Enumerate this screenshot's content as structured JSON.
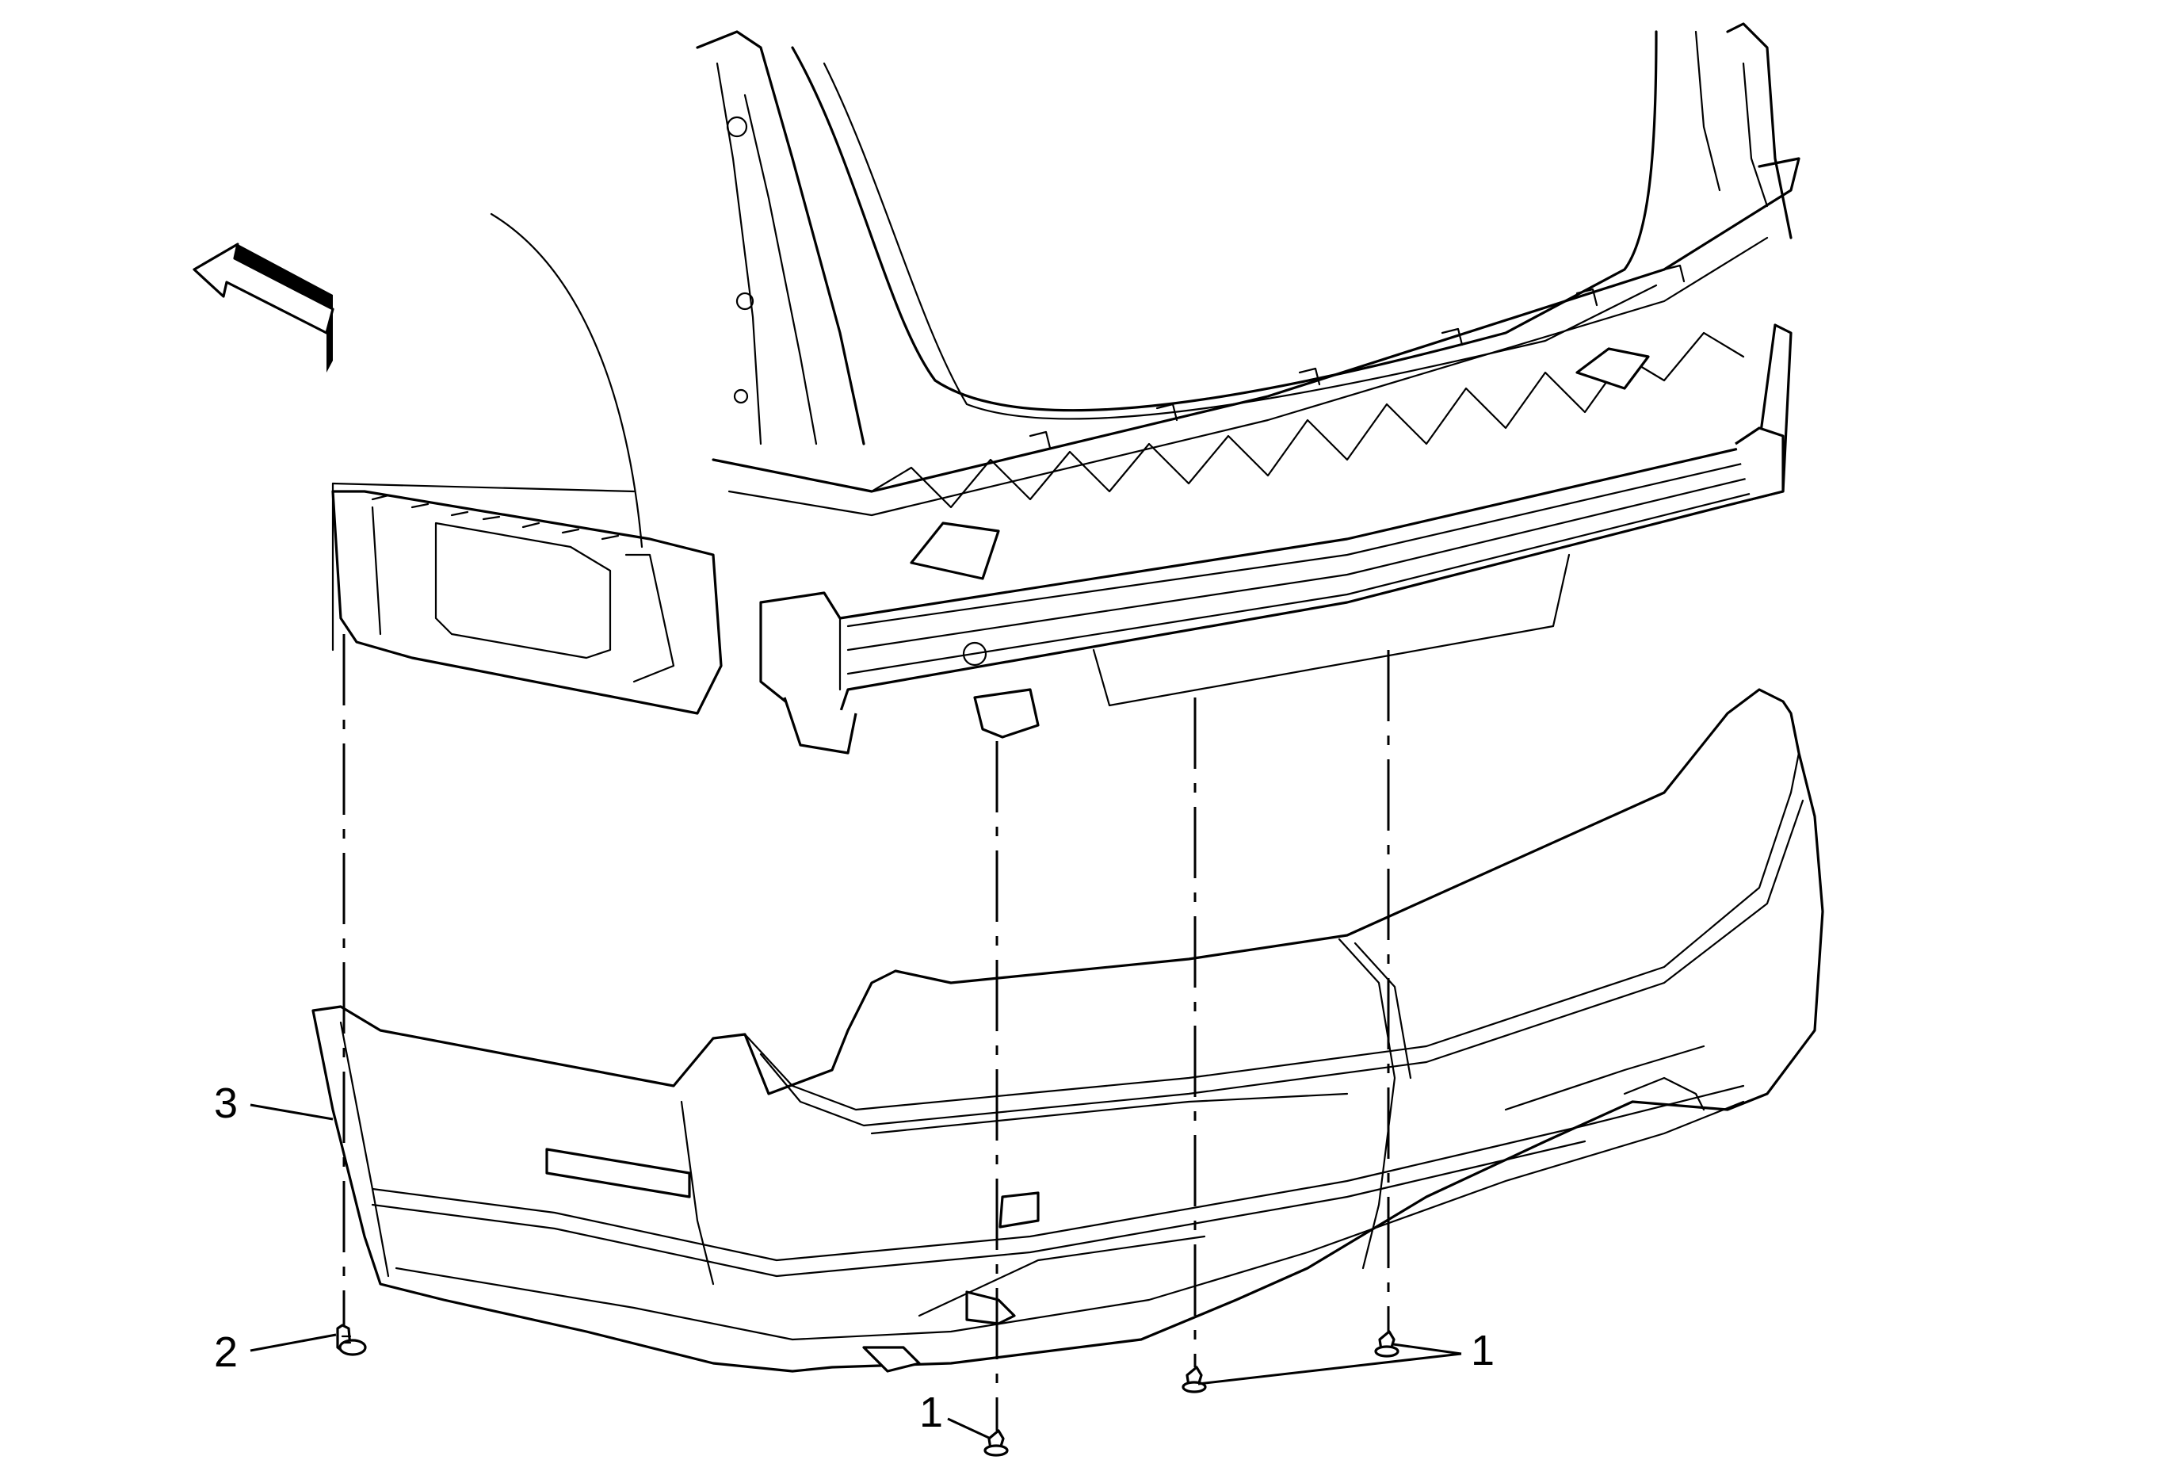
{
  "callouts": {
    "fastener_center": "1",
    "fastener_right": "1",
    "fastener_lower": "1",
    "bolt": "2",
    "fascia": "3"
  },
  "icons": {
    "direction_arrow": "front-direction-arrow-icon"
  }
}
